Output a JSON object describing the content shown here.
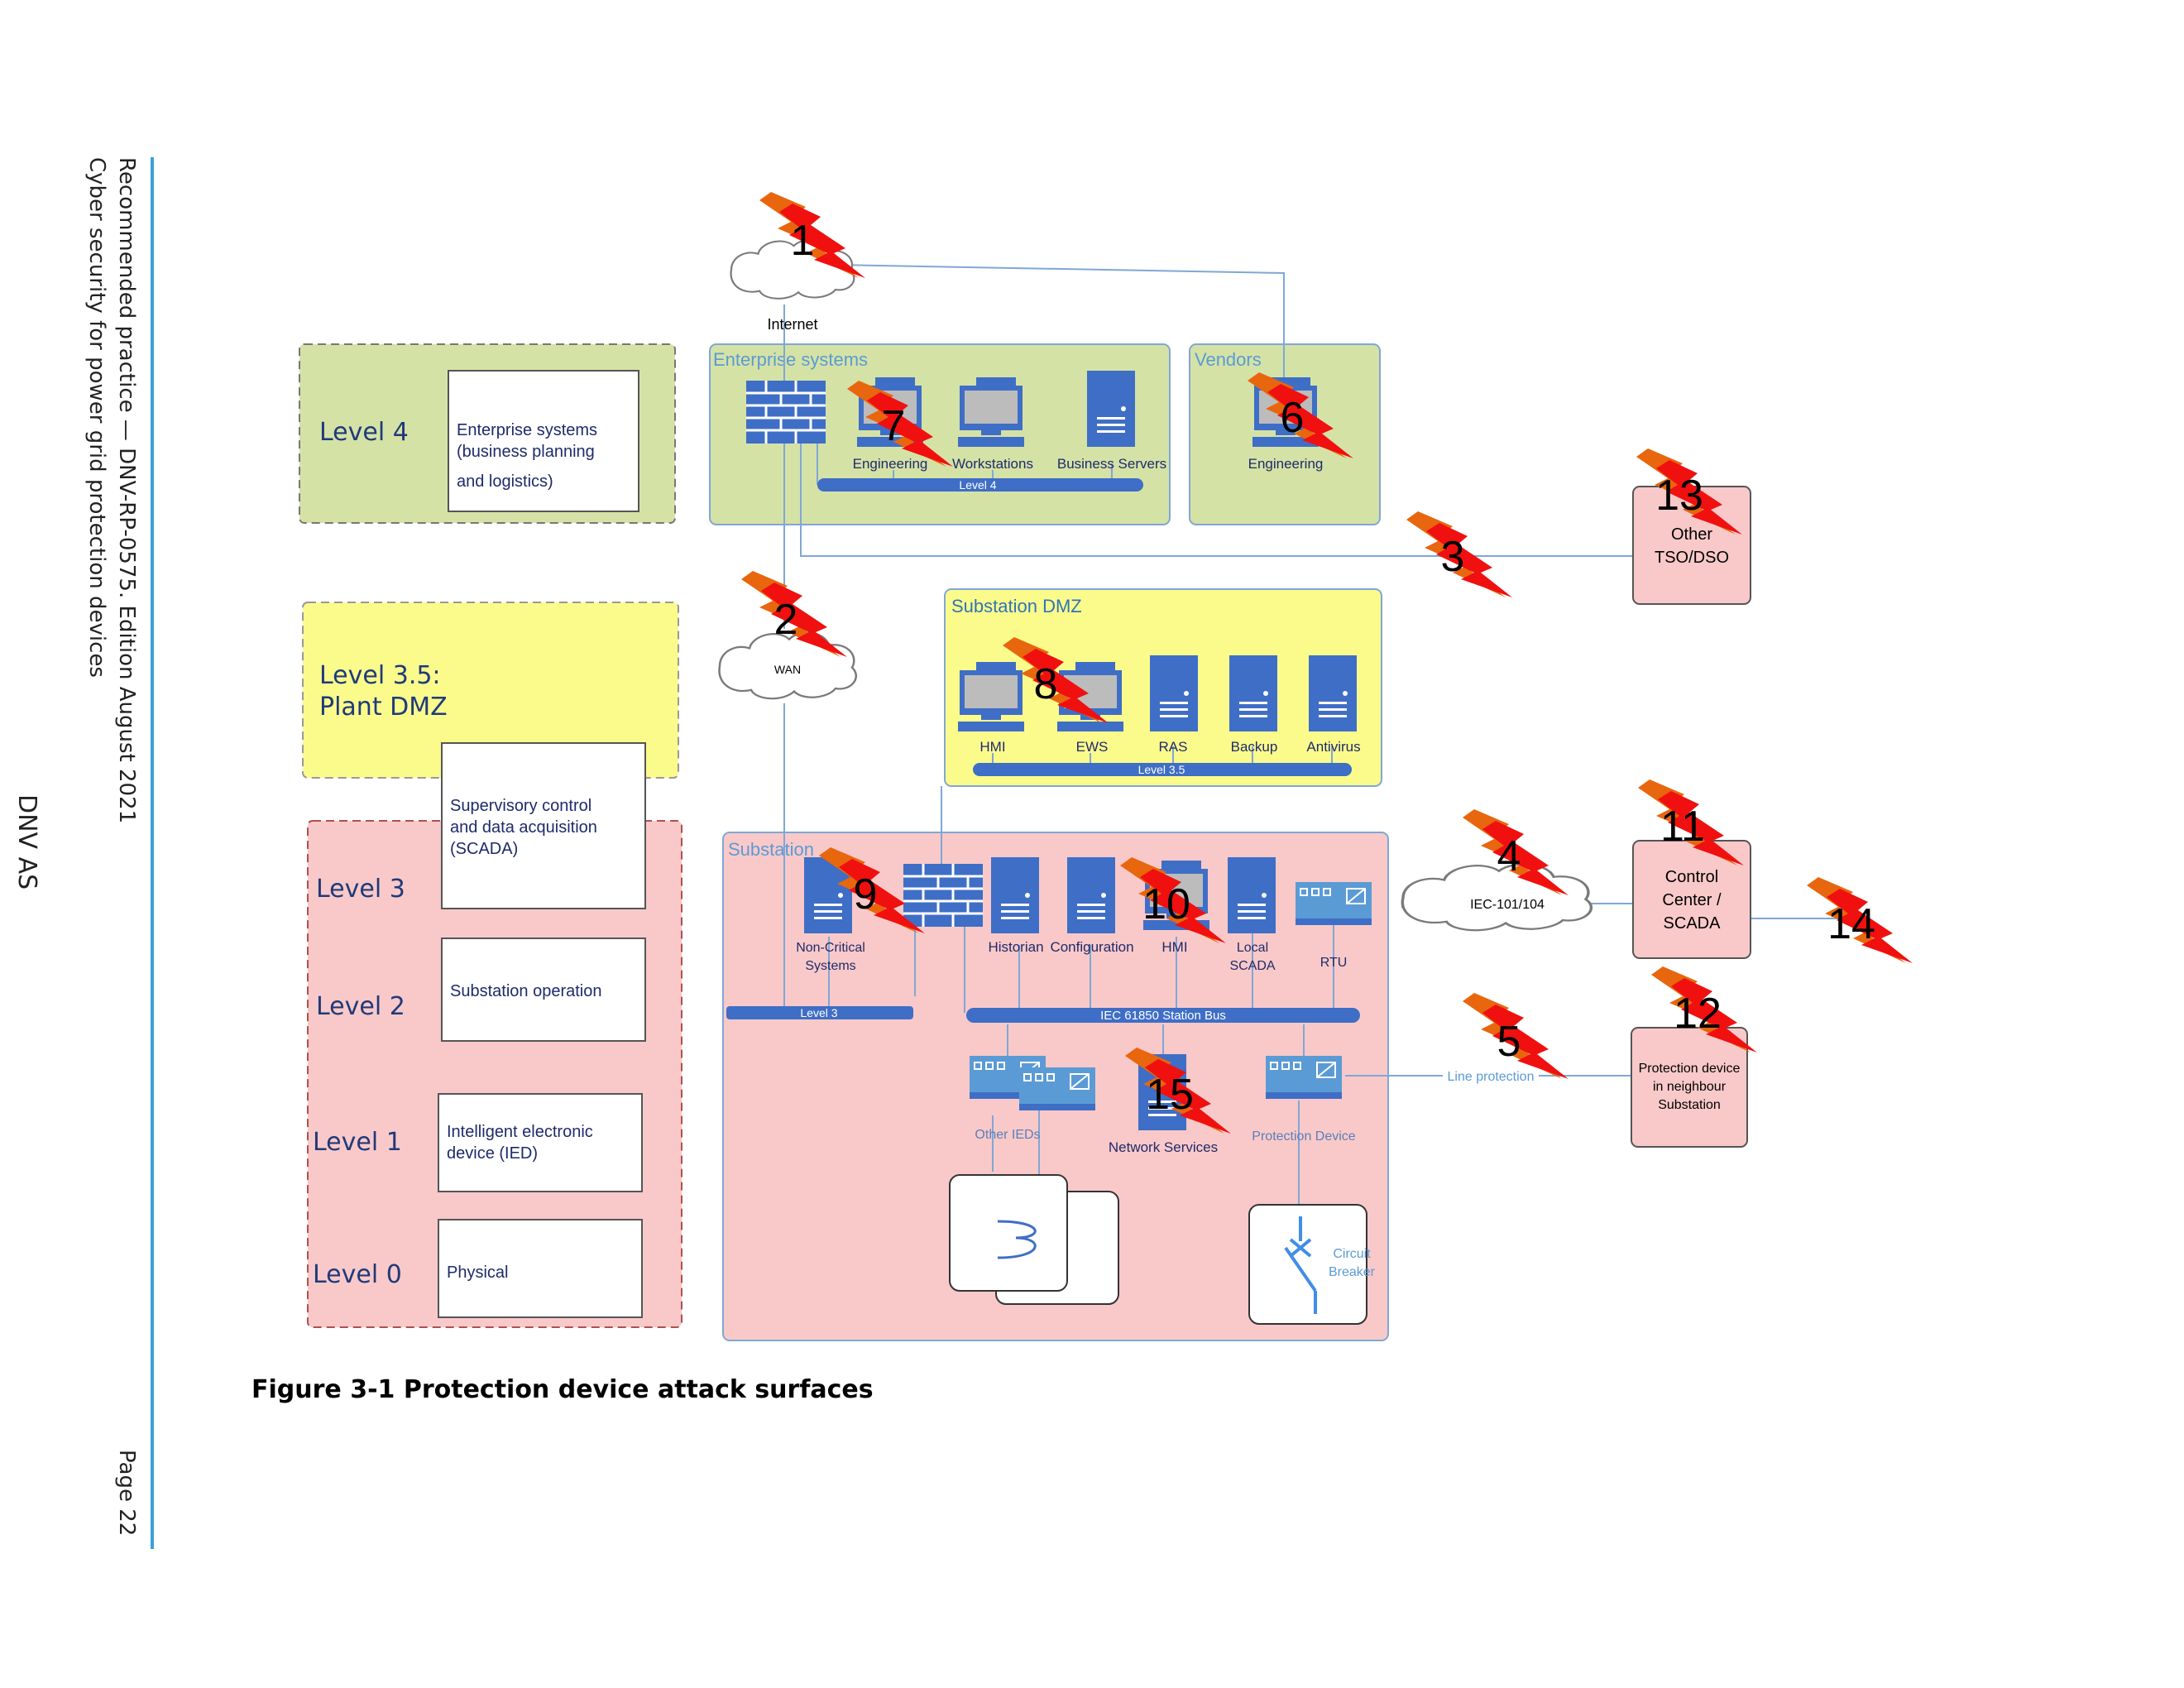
{
  "page": {
    "running_title": "Recommended practice — DNV-RP-0575. Edition August 2021",
    "running_subtitle": "Cyber security for power grid protection devices",
    "company": "DNV AS",
    "page_number": "Page 22",
    "accent_color": "#3aa0db"
  },
  "caption": "Figure 3-1 Protection device attack surfaces",
  "levels": [
    {
      "label": "Level 4",
      "description": [
        "Enterprise systems",
        "(business planning",
        "and logistics)"
      ]
    },
    {
      "label": "Level 3.5:",
      "label2": "Plant DMZ"
    },
    {
      "label": "Level 3",
      "description": [
        "Supervisory control",
        "and data acquisition",
        "(SCADA)"
      ]
    },
    {
      "label": "Level 2",
      "description": [
        "Substation operation"
      ]
    },
    {
      "label": "Level 1",
      "description": [
        "Intelligent electronic",
        "device (IED)"
      ]
    },
    {
      "label": "Level 0",
      "description": [
        "Physical"
      ]
    }
  ],
  "zones": {
    "enterprise": "Enterprise systems",
    "vendors": "Vendors",
    "substation_dmz": "Substation DMZ",
    "substation": "Substation"
  },
  "clouds": {
    "internet": "Internet",
    "wan": "WAN",
    "iec": "IEC-101/104"
  },
  "devices": {
    "engineering": "Engineering",
    "workstations": "Workstations",
    "business_servers": "Business Servers",
    "vendor_engineering": "Engineering",
    "dmz_hmi": "HMI",
    "dmz_ews": "EWS",
    "dmz_ras": "RAS",
    "dmz_backup": "Backup",
    "dmz_antivirus": "Antivirus",
    "non_critical": [
      "Non-Critical",
      "Systems"
    ],
    "historian": "Historian",
    "configuration": "Configuration",
    "sub_hmi": "HMI",
    "local_scada": [
      "Local",
      "SCADA"
    ],
    "rtu": "RTU",
    "other_ieds": "Other IEDs",
    "network_services": "Network Services",
    "protection_device": "Protection Device",
    "circuit_breaker": [
      "Circuit",
      "Breaker"
    ]
  },
  "buses": {
    "level4": "Level 4",
    "level35": "Level 3.5",
    "level3": "Level 3",
    "station_bus": "IEC 61850 Station Bus"
  },
  "external": {
    "tso_dso": [
      "Other",
      "TSO/DSO"
    ],
    "control_center": [
      "Control",
      "Center /",
      "SCADA"
    ],
    "neighbour": [
      "Protection device",
      "in neighbour",
      "Substation"
    ],
    "line_protection": "Line protection"
  },
  "attack_points": [
    "1",
    "2",
    "3",
    "4",
    "5",
    "6",
    "7",
    "8",
    "9",
    "10",
    "11",
    "12",
    "13",
    "14",
    "15"
  ],
  "colors": {
    "level4_fill": "#d5e2a6",
    "dmz_fill": "#fbfb8c",
    "substation_fill": "#f9c9c9",
    "device_blue": "#3f6ec6",
    "link_blue": "#7fa7d6",
    "bolt_orange": "#e8660e",
    "bolt_red": "#f01010"
  }
}
